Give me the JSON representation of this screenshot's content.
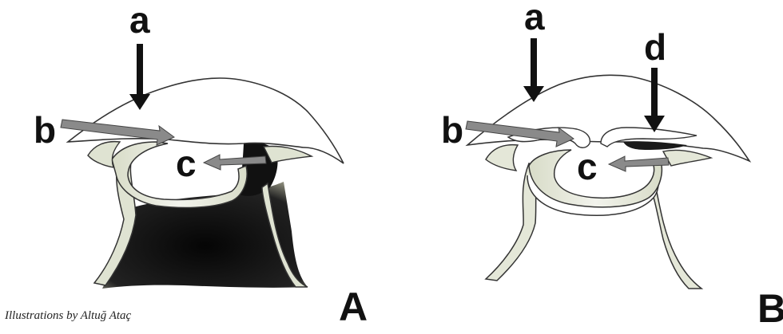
{
  "panels": [
    {
      "id": "A",
      "caption": "A",
      "labels": {
        "a": "a",
        "b": "b",
        "c": "c"
      }
    },
    {
      "id": "B",
      "caption": "B",
      "labels": {
        "a": "a",
        "b": "b",
        "c": "c",
        "d": "d"
      }
    }
  ],
  "credit": "Illustrations by Altuğ Ataç",
  "colors": {
    "ink": "#111111",
    "pointer_arrow": "#8a8a8a",
    "tissue_fill": "#e9ece0",
    "dark_mass": "#141414"
  }
}
